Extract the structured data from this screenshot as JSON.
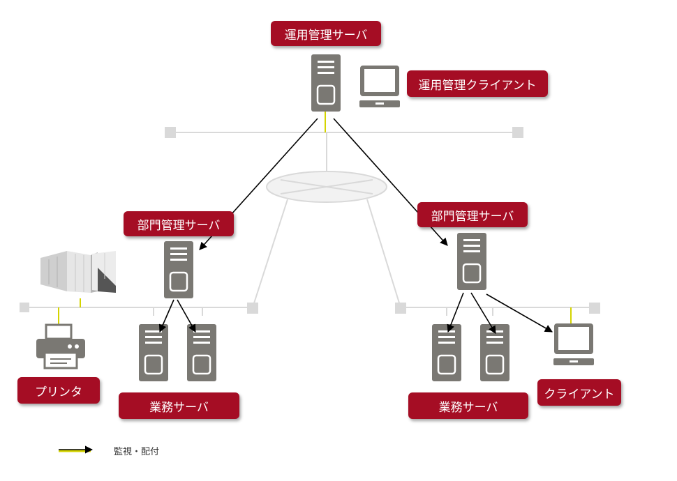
{
  "labels": {
    "ops_server": "運用管理サーバ",
    "ops_client": "運用管理クライアント",
    "dept_server_left": "部門管理サーバ",
    "dept_server_right": "部門管理サーバ",
    "printer": "プリンタ",
    "business_servers_left": "業務サーバ",
    "business_servers_right": "業務サーバ",
    "client": "クライアント"
  },
  "legend": {
    "arrow_label": "監視・配付"
  },
  "colors": {
    "label_bg": "#a50d24",
    "device": "#7a7873",
    "network_line": "#d9d9d9",
    "arrow": "#000000",
    "link_highlight": "#d4d400"
  },
  "icons": [
    "server-icon",
    "monitor-icon",
    "printer-icon",
    "storage-array-icon",
    "network-cloud-icon"
  ]
}
